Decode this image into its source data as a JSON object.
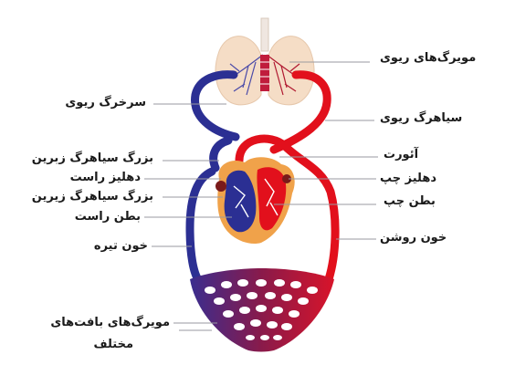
{
  "labels": {
    "pulmonary_capillaries": "مویرگ‌های ریوی",
    "pulmonary_artery": "سرخرگ ریوی",
    "pulmonary_vein": "سیاهرگ ریوی",
    "superior_vena_cava": "بزرگ سیاهرگ زبرین",
    "aorta": "آئورت",
    "right_atrium": "دهلیز راست",
    "left_atrium": "دهلیز چپ",
    "inferior_vena_cava": "بزرگ سیاهرگ زیرین",
    "left_ventricle": "بطن چپ",
    "right_ventricle": "بطن راست",
    "deoxygenated_blood": "خون تیره",
    "oxygenated_blood": "خون روشن",
    "tissue_capillaries_line1": "مویرگ‌های بافت‌های",
    "tissue_capillaries_line2": "مختلف"
  },
  "colors": {
    "oxygenated": "#e2101c",
    "deoxygenated": "#2b2f93",
    "heart_outer": "#f0a24a",
    "lung": "#f5ddc6",
    "capillary_mix": "#8a1a4a"
  }
}
